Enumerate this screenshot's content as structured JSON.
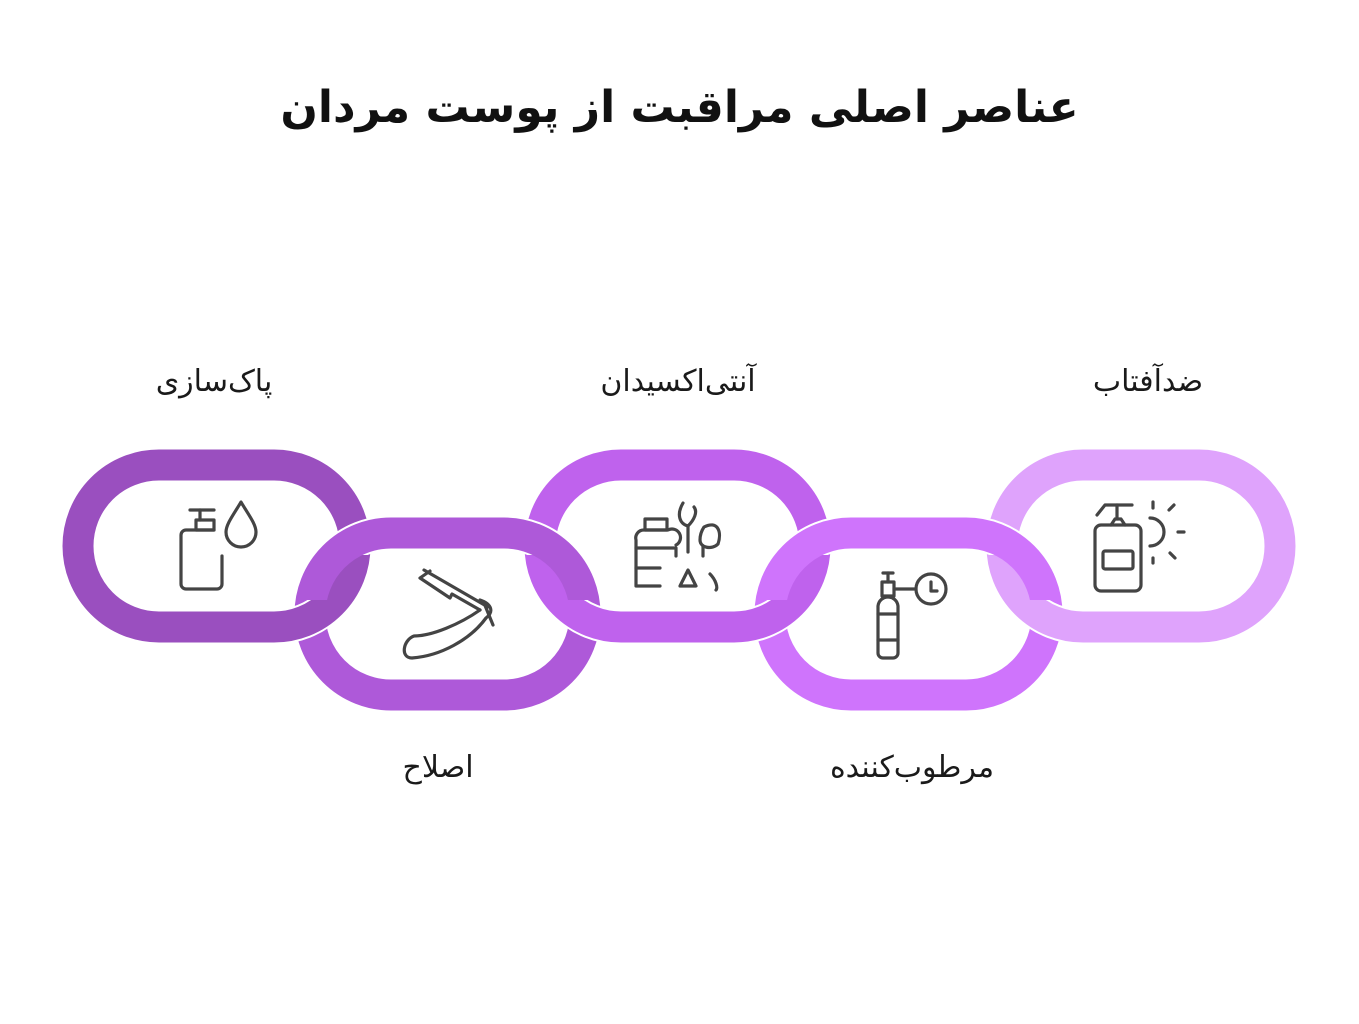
{
  "title": "عناصر اصلی مراقبت از پوست مردان",
  "links": [
    {
      "label": "پاک‌سازی",
      "icon": "soap-dispenser-drop-icon",
      "color": "#9a4fbf",
      "position": "top"
    },
    {
      "label": "اصلاح",
      "icon": "straight-razor-icon",
      "color": "#ae59d9",
      "position": "bottom"
    },
    {
      "label": "آنتی‌اکسیدان",
      "icon": "supplement-bottle-leaves-icon",
      "color": "#bf62ed",
      "position": "top"
    },
    {
      "label": "مرطوب‌کننده",
      "icon": "spray-bottle-timer-icon",
      "color": "#cf74fc",
      "position": "bottom"
    },
    {
      "label": "ضدآفتاب",
      "icon": "sunscreen-bottle-sun-icon",
      "color": "#dfa3fc",
      "position": "top"
    }
  ]
}
